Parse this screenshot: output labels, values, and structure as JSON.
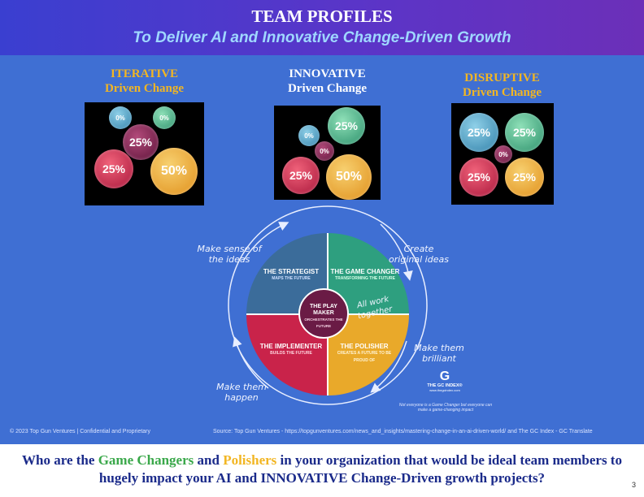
{
  "header": {
    "title": "TEAM PROFILES",
    "subtitle": "To Deliver AI and Innovative Change-Driven Growth"
  },
  "columns": [
    {
      "name": "ITERATIVE",
      "sub": "Driven Change",
      "bubbles": [
        "0%",
        "0%",
        "25%",
        "25%",
        "50%"
      ]
    },
    {
      "name": "INNOVATIVE",
      "sub": "Driven Change",
      "bubbles": [
        "25%",
        "0%",
        "0%",
        "25%",
        "50%"
      ]
    },
    {
      "name": "DISRUPTIVE",
      "sub": "Driven Change",
      "bubbles": [
        "25%",
        "25%",
        "0%",
        "25%",
        "25%"
      ]
    }
  ],
  "wheel": {
    "strategist": {
      "name": "THE STRATEGIST",
      "tag": "MAPS THE FUTURE"
    },
    "gamechanger": {
      "name": "THE GAME CHANGER",
      "tag": "TRANSFORMING THE FUTURE"
    },
    "implementer": {
      "name": "THE IMPLEMENTER",
      "tag": "BUILDS THE FUTURE"
    },
    "polisher": {
      "name": "THE POLISHER",
      "tag": "CREATES A FUTURE TO BE PROUD OF"
    },
    "playmaker": {
      "name": "THE PLAY MAKER",
      "tag": "ORCHESTRATES THE FUTURE"
    },
    "allwork": "All work together",
    "make_sense": "Make sense of the ideas",
    "create": "Create original ideas",
    "brilliant": "Make them brilliant",
    "happen": "Make them happen",
    "gc_index": "THE GC INDEX®",
    "gc_url": "www.thegcindex.com",
    "gc_note": "Not everyone is a Game Changer but everyone can make a game-changing impact"
  },
  "footer": {
    "left": "© 2023 Top Gun Ventures  |  Confidential and Proprietary",
    "right": "Source: Top Gun Ventures - https://topgunventures.com/news_and_insights/mastering-change-in-an-ai-driven-world/ and The GC Index - GC Translate"
  },
  "question": {
    "p1": "Who are the ",
    "gc": "Game Changers",
    "p2": " and ",
    "pol": "Polishers",
    "p3": " in your organization that would be ideal team members to hugely impact your AI and INNOVATIVE Change-Driven growth projects?"
  },
  "page": "3",
  "colors": {
    "header": "#4a3acb",
    "main": "#3f6fd3",
    "strategist": "#3b6c9a",
    "gamechanger": "#2e9f7f",
    "implementer": "#c9234a",
    "polisher": "#e9a92a",
    "playmaker": "#6a1b45"
  }
}
